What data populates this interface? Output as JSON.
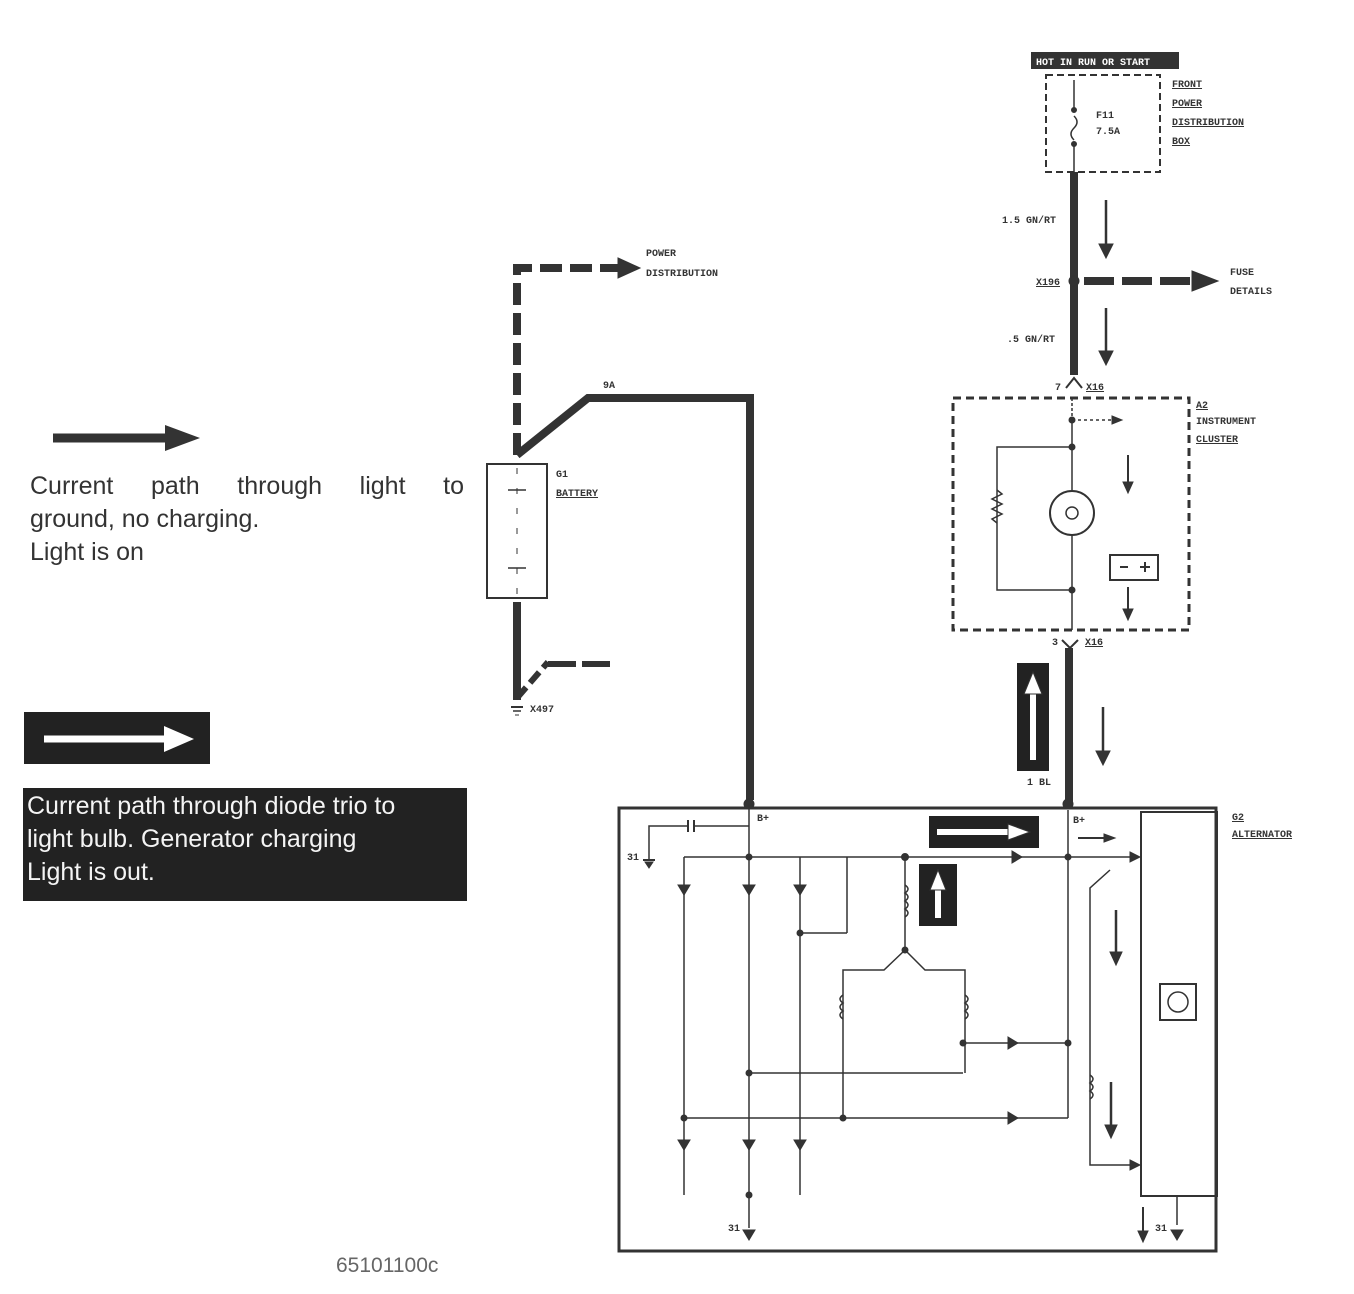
{
  "legend": {
    "dark_arrow": {
      "line1": "Current path through light to",
      "line2": "ground, no charging.",
      "line3": "Light is on"
    },
    "light_arrow": {
      "line1": "Current path through diode trio to",
      "line2": "light bulb. Generator charging",
      "line3": "Light is out."
    }
  },
  "labels": {
    "hot_banner": "HOT IN RUN OR START",
    "front_box": [
      "FRONT",
      "POWER",
      "DISTRIBUTION",
      "BOX"
    ],
    "fuse_id": "F11",
    "fuse_rating": "7.5A",
    "wire_top": "1.5 GN/RT",
    "splice": "X196",
    "fuse_details": [
      "FUSE",
      "DETAILS"
    ],
    "wire_mid": ".5 GN/RT",
    "connector_top_pin": "7",
    "connector": "X16",
    "cluster": [
      "A2",
      "INSTRUMENT",
      "CLUSTER"
    ],
    "connector_bottom_pin": "3",
    "wire_bottom": "1 BL",
    "power_dist": [
      "POWER",
      "DISTRIBUTION"
    ],
    "wire_battery": "9A",
    "battery": [
      "G1",
      "BATTERY"
    ],
    "ground_battery": "X497",
    "terminal_b1": "B+",
    "terminal_b2": "B+",
    "alternator": [
      "G2",
      "ALTERNATOR"
    ],
    "ground_31_left": "31",
    "ground_31_bottom": "31",
    "ground_31_right": "31"
  },
  "figure_id": "65101100c",
  "colors": {
    "wire": "#333333",
    "legend_box": "#222222"
  }
}
